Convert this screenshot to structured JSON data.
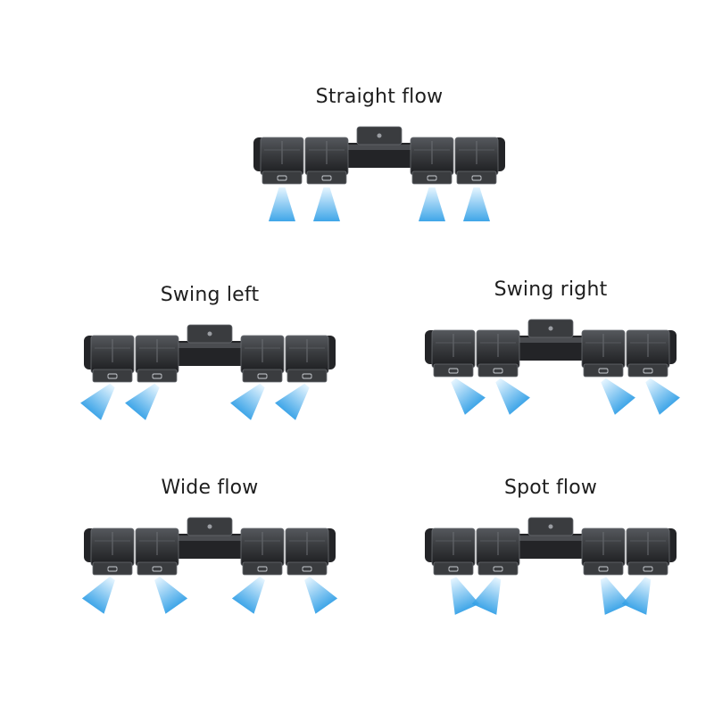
{
  "colors": {
    "background": "#ffffff",
    "unit_body": "#3a3c3f",
    "unit_dark": "#232427",
    "unit_edge": "#6a6d72",
    "airflow_light": "#e3f4ff",
    "airflow_dark": "#2f9ee6"
  },
  "panels": [
    {
      "id": "straight",
      "title": "Straight flow",
      "airflow": [
        0,
        0,
        0,
        0
      ]
    },
    {
      "id": "swing-left",
      "title": "Swing left",
      "airflow": [
        40,
        40,
        40,
        40
      ]
    },
    {
      "id": "swing-right",
      "title": "Swing right",
      "airflow": [
        -40,
        -40,
        -40,
        -40
      ]
    },
    {
      "id": "wide",
      "title": "Wide flow",
      "airflow": [
        35,
        -35,
        35,
        -35
      ]
    },
    {
      "id": "spot",
      "title": "Spot flow",
      "airflow": [
        "cross",
        "cross"
      ]
    }
  ]
}
